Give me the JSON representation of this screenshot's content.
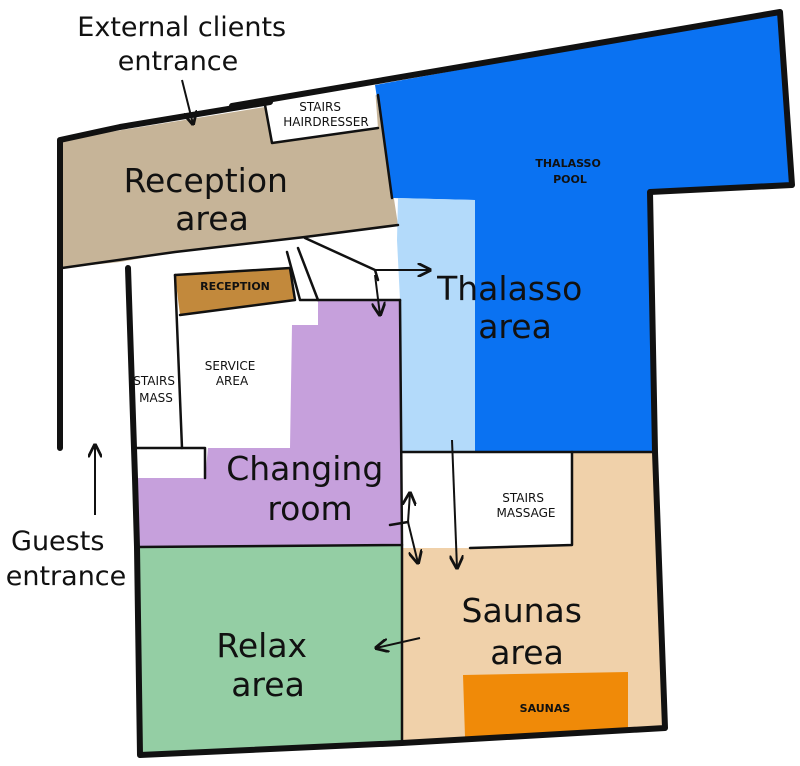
{
  "colors": {
    "reception_area": "#c6b498",
    "reception_desk": "#c2893c",
    "thalasso_pool": "#0a72f2",
    "thalasso_area": "#b3dafa",
    "changing_room": "#c6a0dc",
    "relax_area": "#94cea4",
    "saunas_area": "#f0d1aa",
    "saunas": "#f08a08",
    "walls": "#111111"
  },
  "labels": {
    "external_entrance": [
      "External clients",
      "entrance"
    ],
    "guests_entrance": [
      "Guests",
      "entrance"
    ],
    "reception_area": [
      "Reception",
      "area"
    ],
    "reception_desk": "RECEPTION",
    "stairs_hairdresser": [
      "STAIRS",
      "HAIRDRESSER"
    ],
    "thalasso_pool": [
      "THALASSO",
      "POOL"
    ],
    "thalasso_area": [
      "Thalasso",
      "area"
    ],
    "stairs_mass": [
      "STAIRS",
      "MASS"
    ],
    "service_area": [
      "SERVICE",
      "AREA"
    ],
    "changing_room": [
      "Changing",
      "room"
    ],
    "stairs_massage": [
      "STAIRS",
      "MASSAGE"
    ],
    "relax_area": [
      "Relax",
      "area"
    ],
    "saunas_area": [
      "Saunas",
      "area"
    ],
    "saunas": "SAUNAS"
  }
}
